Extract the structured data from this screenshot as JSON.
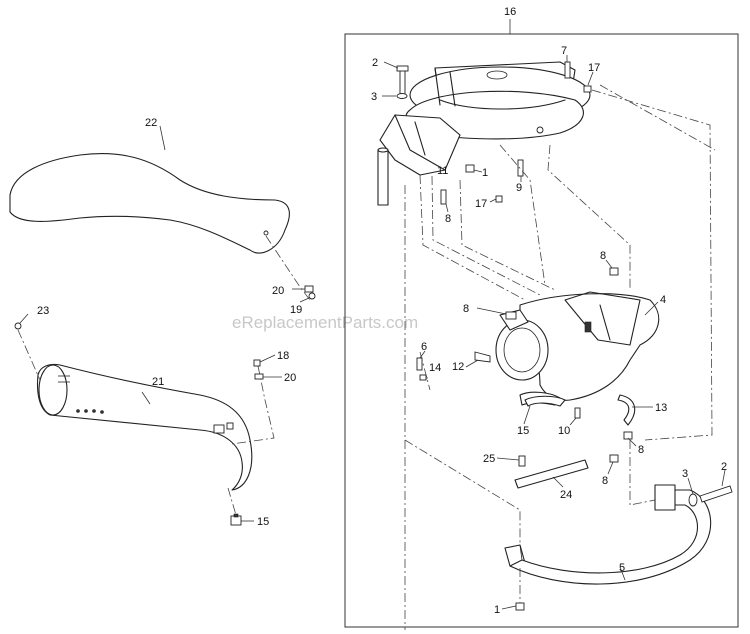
{
  "watermark": "eReplacementParts.com",
  "callouts": {
    "c1a": "1",
    "c1b": "1",
    "c2a": "2",
    "c2b": "2",
    "c3a": "3",
    "c3b": "3",
    "c4": "4",
    "c5": "5",
    "c6": "6",
    "c7": "7",
    "c8a": "8",
    "c8b": "8",
    "c8c": "8",
    "c8d": "8",
    "c8e": "8",
    "c9": "9",
    "c10": "10",
    "c11": "11",
    "c12": "12",
    "c13": "13",
    "c14": "14",
    "c15a": "15",
    "c15b": "15",
    "c16": "16",
    "c17a": "17",
    "c17b": "17",
    "c18": "18",
    "c19": "19",
    "c20a": "20",
    "c20b": "20",
    "c21": "21",
    "c22": "22",
    "c23": "23",
    "c24": "24",
    "c25": "25"
  }
}
